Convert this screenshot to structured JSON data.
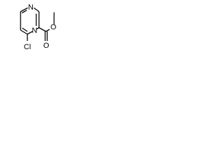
{
  "molecule": {
    "atom_labels": {
      "n_top": "N",
      "n_bottom": "N",
      "o_ether": "O",
      "o_carbonyl": "O",
      "chlorine": "Cl"
    }
  },
  "colors": {
    "line": "#000000",
    "background": "#ffffff"
  }
}
